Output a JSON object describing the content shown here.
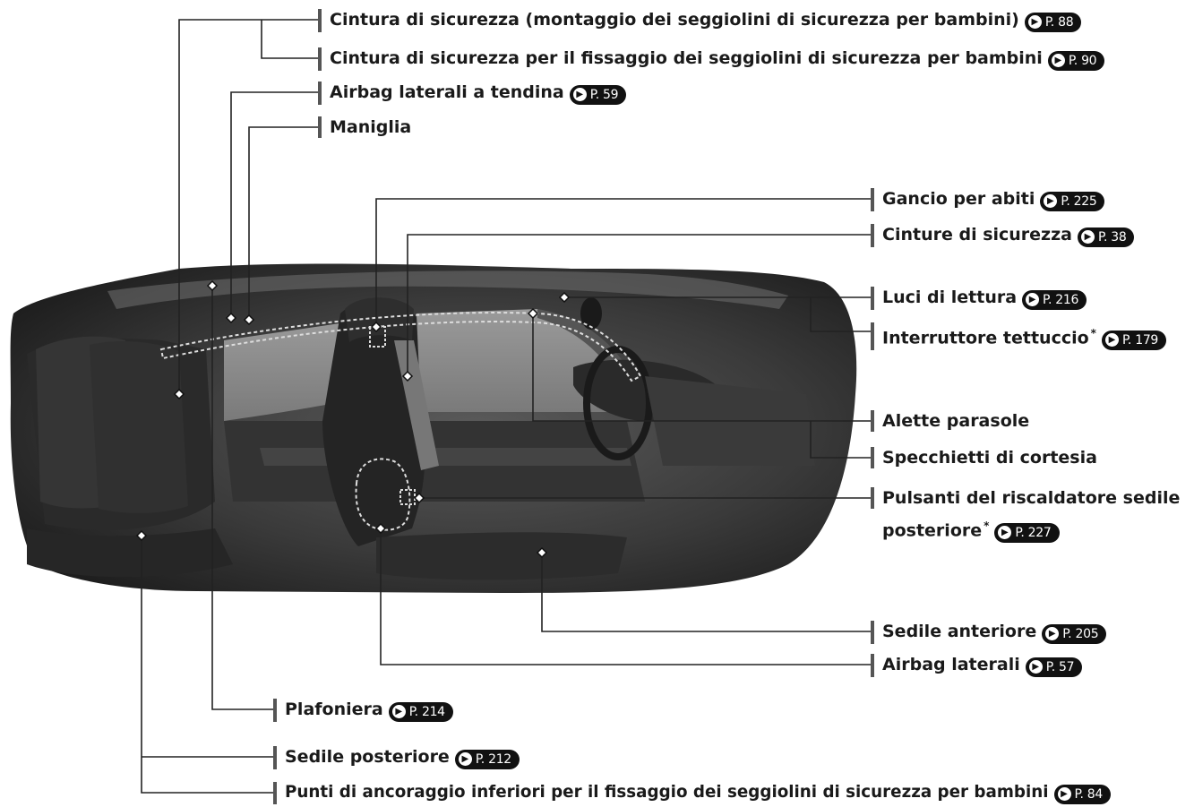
{
  "labels": [
    {
      "id": "cintura-montaggio",
      "text": "Cintura di sicurezza (montaggio dei seggiolini di sicurezza per bambini)",
      "page": "P. 88",
      "asterisk": false
    },
    {
      "id": "cintura-fissaggio",
      "text": "Cintura di sicurezza per il fissaggio dei seggiolini di sicurezza per bambini",
      "page": "P. 90",
      "asterisk": false
    },
    {
      "id": "airbag-tendina",
      "text": "Airbag laterali a tendina",
      "page": "P. 59",
      "asterisk": false
    },
    {
      "id": "maniglia",
      "text": "Maniglia",
      "page": "",
      "asterisk": false
    },
    {
      "id": "gancio",
      "text": "Gancio per abiti",
      "page": "P. 225",
      "asterisk": false
    },
    {
      "id": "cinture",
      "text": "Cinture di sicurezza",
      "page": "P. 38",
      "asterisk": false
    },
    {
      "id": "luci",
      "text": "Luci di lettura",
      "page": "P. 216",
      "asterisk": false
    },
    {
      "id": "interruttore",
      "text": "Interruttore tettuccio",
      "page": "P. 179",
      "asterisk": true
    },
    {
      "id": "alette",
      "text": "Alette parasole",
      "page": "",
      "asterisk": false
    },
    {
      "id": "specchietti",
      "text": "Specchietti di cortesia",
      "page": "",
      "asterisk": false
    },
    {
      "id": "pulsanti",
      "text": "Pulsanti del riscaldatore sedile",
      "page": "",
      "asterisk": false
    },
    {
      "id": "posteriore-line2",
      "text": "posteriore",
      "page": "P. 227",
      "asterisk": true
    },
    {
      "id": "sedile-anteriore",
      "text": "Sedile anteriore",
      "page": "P. 205",
      "asterisk": false
    },
    {
      "id": "airbag-laterali",
      "text": "Airbag laterali",
      "page": "P. 57",
      "asterisk": false
    },
    {
      "id": "plafoniera",
      "text": "Plafoniera",
      "page": "P. 214",
      "asterisk": false
    },
    {
      "id": "sedile-posteriore",
      "text": "Sedile posteriore",
      "page": "P. 212",
      "asterisk": false
    },
    {
      "id": "punti-ancoraggio",
      "text": "Punti di ancoraggio inferiori per il fissaggio dei seggiolini di sicurezza per bambini",
      "page": "P. 84",
      "asterisk": false
    }
  ],
  "colors": {
    "leader": "#222222",
    "interior_dark": "#2b2b2b",
    "interior_mid": "#4a4a4a",
    "window": "#8a8a8a",
    "ref_bg": "#111111"
  },
  "icons": {
    "ref_arrow": "right-arrow-icon",
    "anchor": "diamond-marker-icon"
  }
}
